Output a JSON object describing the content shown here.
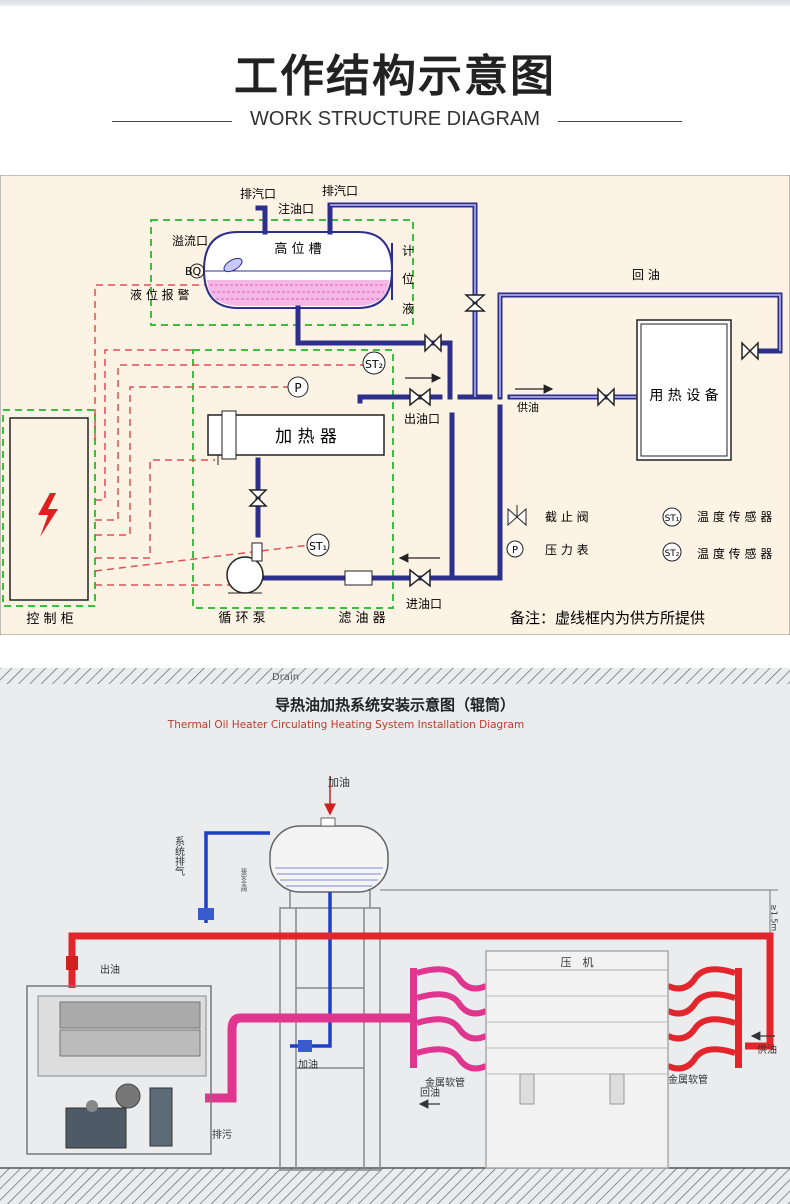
{
  "header": {
    "title": "工作结构示意图",
    "subtitle": "WORK STRUCTURE DIAGRAM"
  },
  "diagram1": {
    "labels": {
      "vent1": "排汽口",
      "vent2": "排汽口",
      "fill_port": "注油口",
      "overflow": "溢流口",
      "high_tank": "高 位 槽",
      "bq": "BQ",
      "level_alarm": "液 位 报 警",
      "level_gauge_1": "计",
      "level_gauge_2": "位",
      "level_gauge_3": "液",
      "return_oil": "回 油",
      "heat_equipment": "用 热 设 备",
      "st2": "ST₂",
      "p": "P",
      "heater": "加 热 器",
      "outlet": "出油口",
      "supply": "供油",
      "cutoff_valve": "截 止 阀",
      "pressure_gauge": "压 力 表",
      "temp_sensor_1": "温 度 传 感 器",
      "temp_sensor_2": "温 度 传 感 器",
      "st1": "ST₁",
      "inlet": "进油口",
      "control_cabinet": "控 制 柜",
      "pump": "循 环 泵",
      "filter": "滤 油 器",
      "note": "备注：虚线框内为供方所提供"
    },
    "colors": {
      "background": "#fdf3e5",
      "pipe": "#2c2f8c",
      "dash_green": "#3cbf3c",
      "dash_red": "#e05050",
      "oil_fill": "#e060c0"
    }
  },
  "diagram2": {
    "drain_label": "Drain",
    "title": "导热油加热系统安装示意图（辊筒）",
    "subtitle": "Thermal Oil Heater Circulating Heating System Installation Diagram",
    "labels": {
      "add_oil_top": "加油",
      "system_vent": "系统排气",
      "outlet": "出油",
      "add_oil": "加油",
      "return_oil": "回油",
      "metal_hose_left": "金属软管",
      "metal_hose_right": "金属软管",
      "press": "压　机",
      "supply": "供油",
      "drain": "排污",
      "height": "≥1.5m",
      "tank_side": "接安全阀"
    },
    "colors": {
      "background": "#eaeced",
      "hot_pipe": "#e3262b",
      "cold_pipe": "#e0368f",
      "vent_pipe": "#1f3fc6"
    }
  }
}
